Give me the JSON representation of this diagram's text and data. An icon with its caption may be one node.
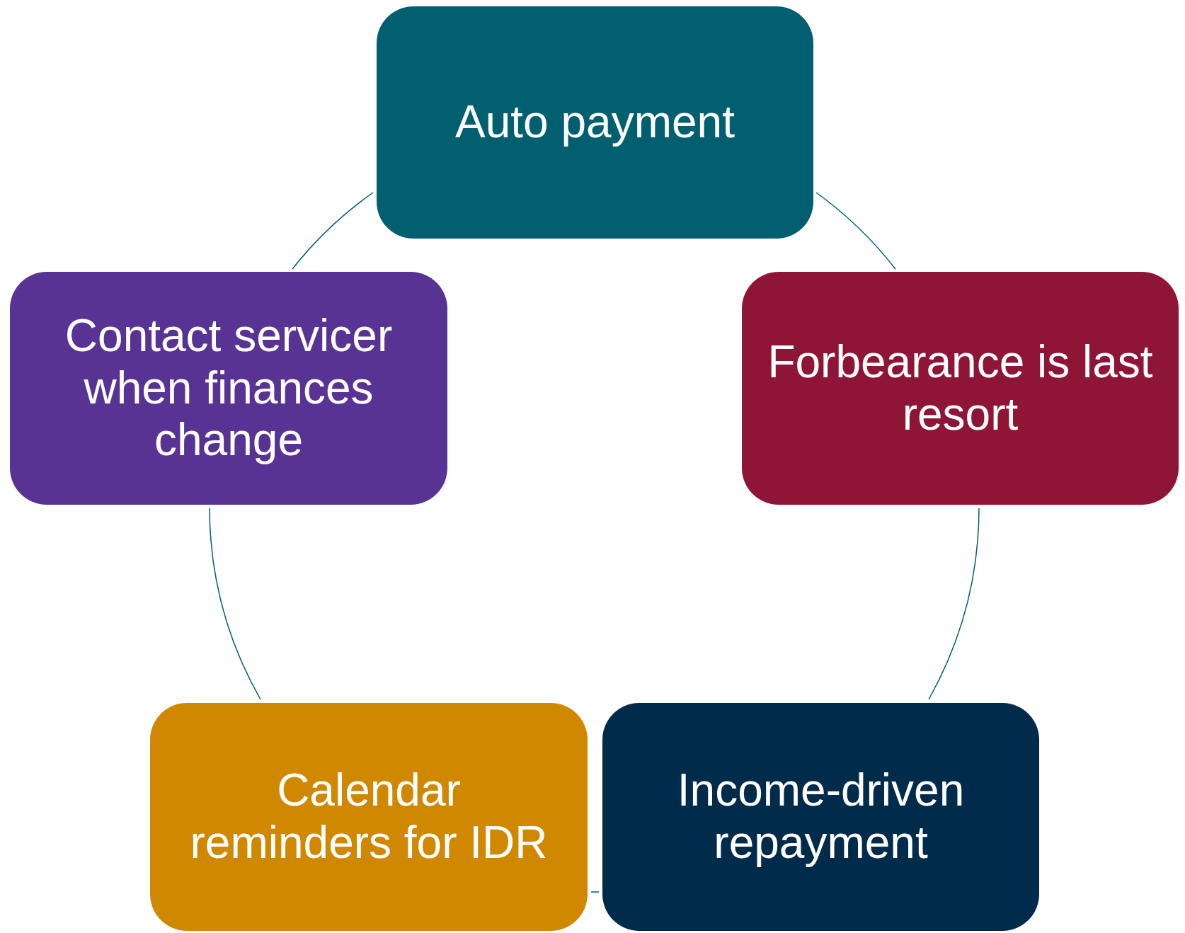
{
  "diagram": {
    "nodes": [
      {
        "text": [
          "Auto payment"
        ]
      },
      {
        "text": [
          "Forbearance is last resort"
        ]
      },
      {
        "text": [
          "Income-driven repayment"
        ]
      },
      {
        "text": [
          "Calendar reminders for IDR"
        ]
      },
      {
        "text": [
          "Contact servicer when finances change"
        ]
      }
    ],
    "edges": [
      {
        "from": 0,
        "to": 1,
        "arrow": "none"
      },
      {
        "from": 1,
        "to": 2,
        "arrow": "none"
      },
      {
        "from": 2,
        "to": 3,
        "arrow": "none"
      },
      {
        "from": 3,
        "to": 4,
        "arrow": "none"
      },
      {
        "from": 4,
        "to": 0,
        "arrow": "none"
      }
    ]
  }
}
